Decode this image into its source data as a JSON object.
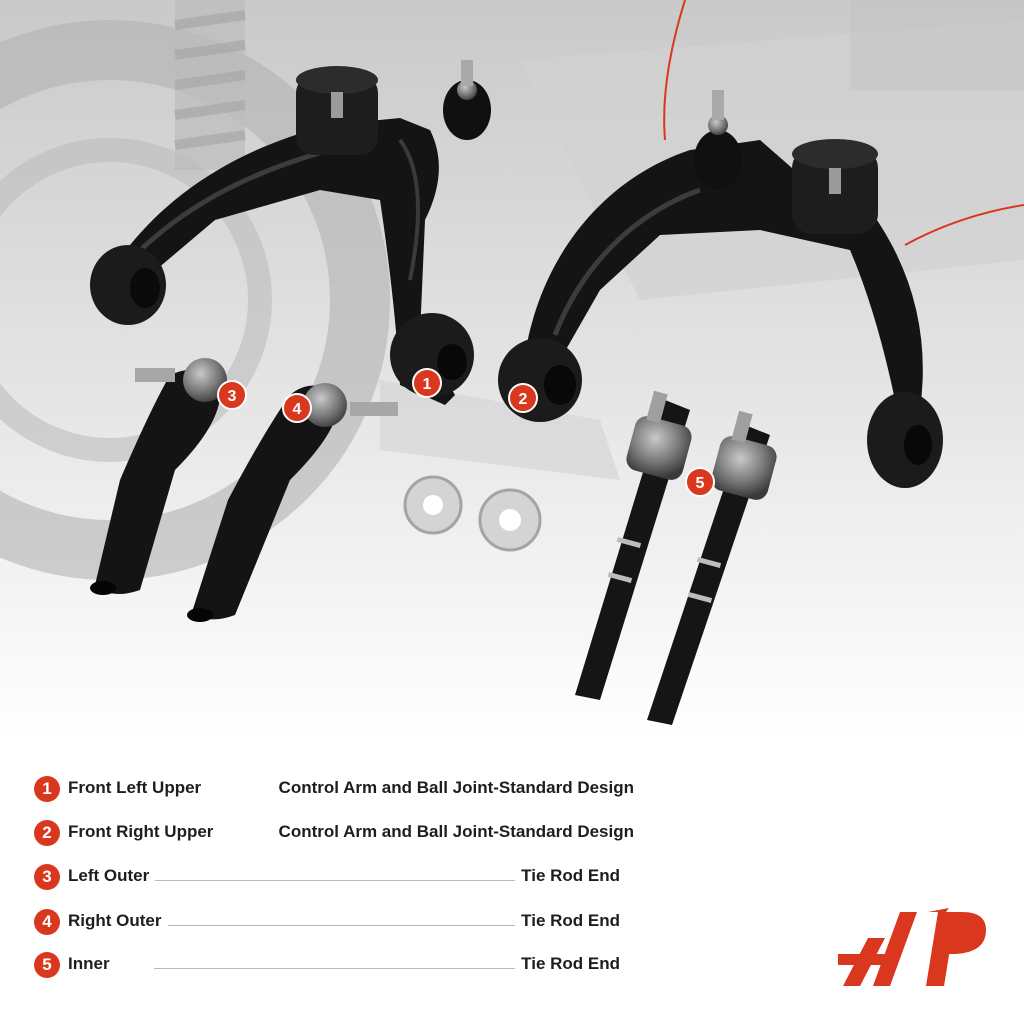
{
  "legend": [
    {
      "number": "1",
      "part": "Front Left Upper",
      "desc": "Control Arm and Ball Joint-Standard Design"
    },
    {
      "number": "2",
      "part": "Front Right Upper",
      "desc": "Control Arm and Ball Joint-Standard Design"
    },
    {
      "number": "3",
      "part": "Left Outer",
      "desc": "Tie Rod End"
    },
    {
      "number": "4",
      "part": "Right Outer",
      "desc": "Tie Rod End"
    },
    {
      "number": "5",
      "part": "Inner",
      "desc": "Tie Rod End"
    }
  ],
  "colors": {
    "accent": "#d9381e",
    "text": "#1e1e1e",
    "part": "#151515"
  },
  "icons": {
    "logo": "a-premium-logo"
  }
}
